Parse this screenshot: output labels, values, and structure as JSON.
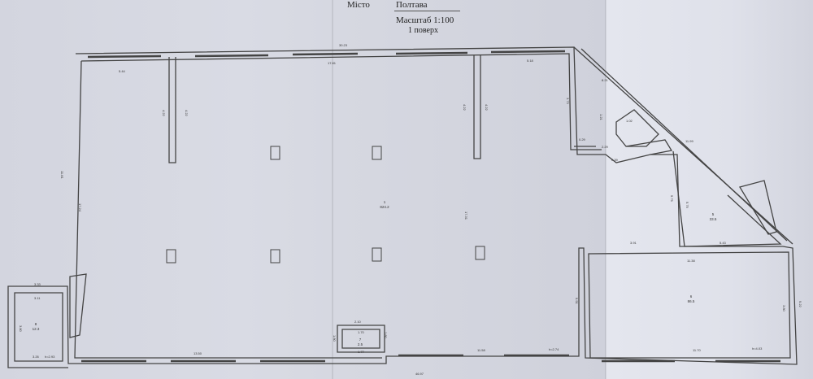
{
  "header": {
    "city_label": "Місто",
    "city_value": "Полтава",
    "scale": "Масштаб 1:100",
    "floor": "1 поверх"
  },
  "dimensions": {
    "top_total": "30.23",
    "top_segment": "17.81",
    "top_left": "5.44",
    "top_right": "5.18",
    "left_wall": "11.81",
    "left_inner": "17.24",
    "pillar_a": "4.22",
    "pillar_b": "4.22",
    "pillar_c": "4.22",
    "pillar_d": "4.22",
    "center_height": "17.31",
    "right_notch": "3.73",
    "diag_top": "8.21",
    "diag_long": "11.99",
    "notch_h": "0.29",
    "notch_w": "2.29",
    "notch_b": "0.39",
    "bottom_total": "46.97",
    "bottom_left": "13.50",
    "bottom_mid": "11.58",
    "bottom_right": "11.70",
    "room8_top": "3.33",
    "room8_inner": "3.11",
    "room8_side": "3.80",
    "room8_bottom": "3.26",
    "room9_top": "11.38",
    "room9_left": "9.91",
    "room9_right": "3.80",
    "room9_side": "9.22",
    "room5_a": "5.79",
    "room5_b": "5.43",
    "room5_c": "3.91",
    "room5_d": "5.79",
    "room7_top": "2.10",
    "room7_w": "1.70",
    "room7_b": "1.77",
    "room7_l": "1.80",
    "room7_r": "1.80",
    "stairs_top": "1.21",
    "stairs_mid": "1.02"
  },
  "rooms": [
    {
      "num": "1",
      "area": "824.2"
    },
    {
      "num": "5",
      "area": "33.5"
    },
    {
      "num": "6",
      "area": "86.5"
    },
    {
      "num": "7",
      "area": "2.5"
    },
    {
      "num": "8",
      "area": "12.3"
    }
  ],
  "heights": {
    "left": "h=2.93",
    "mid": "h=2.74",
    "right": "h=4.03"
  }
}
